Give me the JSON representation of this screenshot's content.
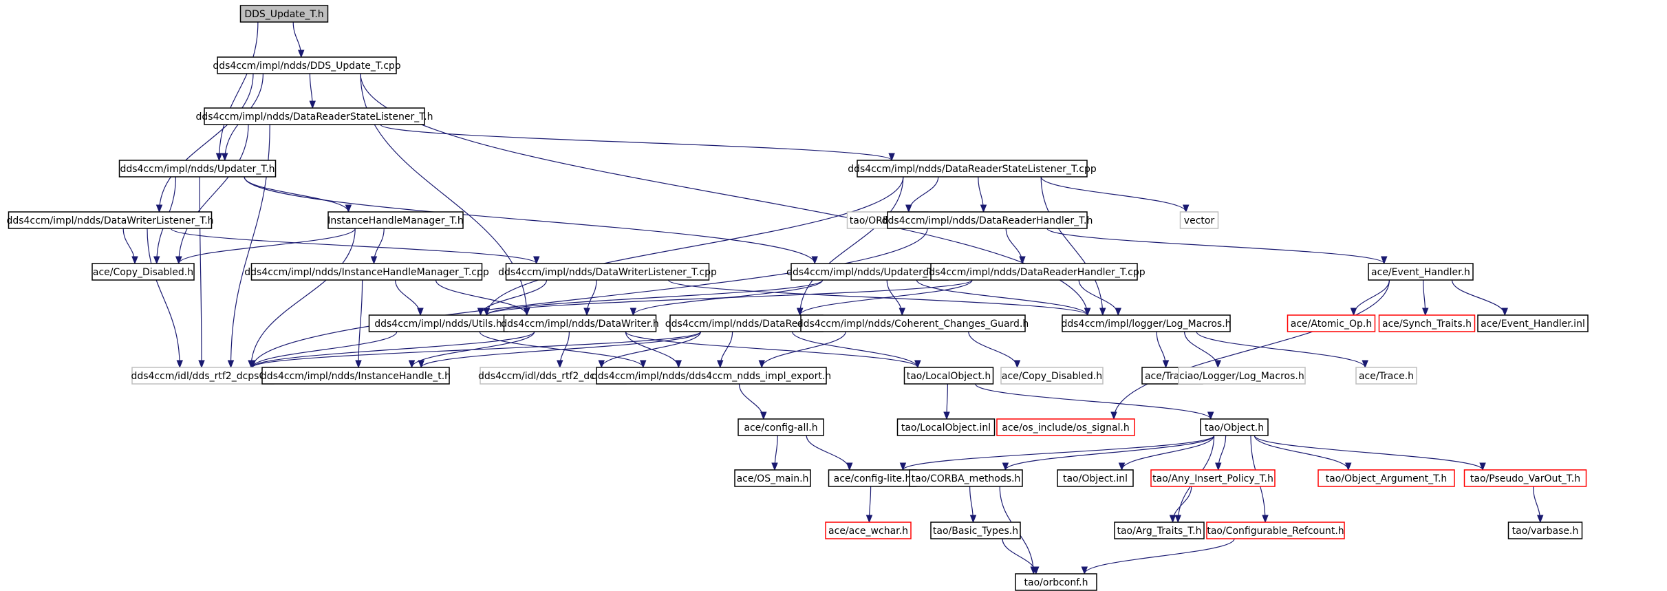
{
  "diagram": {
    "colors": {
      "edge": "#191970",
      "root_fill": "#bfbfbf",
      "node_border": "#000000",
      "missing_border": "#ff0000",
      "external_border": "#bfbfbf"
    },
    "nodes": [
      {
        "id": "dds_update_t_h",
        "label": "DDS_Update_T.h",
        "kind": "root"
      },
      {
        "id": "dds_update_t_cpp",
        "label": "dds4ccm/impl/ndds/DDS_Update_T.cpp",
        "kind": "normal"
      },
      {
        "id": "datareaderstatelistener_t_h",
        "label": "dds4ccm/impl/ndds/DataReaderStateListener_T.h",
        "kind": "normal"
      },
      {
        "id": "updater_t_h",
        "label": "dds4ccm/impl/ndds/Updater_T.h",
        "kind": "normal"
      },
      {
        "id": "datareaderstatelistener_t_cpp",
        "label": "dds4ccm/impl/ndds/DataReaderStateListener_T.cpp",
        "kind": "normal"
      },
      {
        "id": "datawriterlistener_t_h",
        "label": "dds4ccm/impl/ndds/DataWriterListener_T.h",
        "kind": "normal"
      },
      {
        "id": "instancehandlemanager_t_h",
        "label": "InstanceHandleManager_T.h",
        "kind": "normal"
      },
      {
        "id": "tao_orb_core_h",
        "label": "tao/ORB_Core.h",
        "kind": "external"
      },
      {
        "id": "datareaderhandler_t_h",
        "label": "dds4ccm/impl/ndds/DataReaderHandler_T.h",
        "kind": "normal"
      },
      {
        "id": "vector",
        "label": "vector",
        "kind": "external"
      },
      {
        "id": "ace_copy_disabled_h",
        "label": "ace/Copy_Disabled.h",
        "kind": "normal"
      },
      {
        "id": "instancehandlemanager_t_cpp",
        "label": "dds4ccm/impl/ndds/InstanceHandleManager_T.cpp",
        "kind": "normal"
      },
      {
        "id": "datawriterlistener_t_cpp",
        "label": "dds4ccm/impl/ndds/DataWriterListener_T.cpp",
        "kind": "normal"
      },
      {
        "id": "updater_t_cpp",
        "label": "dds4ccm/impl/ndds/Updater_T.cpp",
        "kind": "normal"
      },
      {
        "id": "datareaderhandler_t_cpp",
        "label": "dds4ccm/impl/ndds/DataReaderHandler_T.cpp",
        "kind": "normal"
      },
      {
        "id": "ace_event_handler_h",
        "label": "ace/Event_Handler.h",
        "kind": "normal"
      },
      {
        "id": "utils_h",
        "label": "dds4ccm/impl/ndds/Utils.h",
        "kind": "normal"
      },
      {
        "id": "datawriter_h",
        "label": "dds4ccm/impl/ndds/DataWriter.h",
        "kind": "normal"
      },
      {
        "id": "datareader_h",
        "label": "dds4ccm/impl/ndds/DataReader.h",
        "kind": "normal"
      },
      {
        "id": "coherent_changes_guard_h",
        "label": "dds4ccm/impl/ndds/Coherent_Changes_Guard.h",
        "kind": "normal"
      },
      {
        "id": "log_macros_h",
        "label": "dds4ccm/impl/logger/Log_Macros.h",
        "kind": "normal"
      },
      {
        "id": "ace_atomic_op_h",
        "label": "ace/Atomic_Op.h",
        "kind": "missing"
      },
      {
        "id": "ace_synch_traits_h",
        "label": "ace/Synch_Traits.h",
        "kind": "missing"
      },
      {
        "id": "ace_event_handler_inl",
        "label": "ace/Event_Handler.inl",
        "kind": "normal"
      },
      {
        "id": "dds_rtf2_dcpsc_h",
        "label": "dds4ccm/idl/dds_rtf2_dcpsC.h",
        "kind": "external"
      },
      {
        "id": "instancehandle_t_h",
        "label": "dds4ccm/impl/ndds/InstanceHandle_t.h",
        "kind": "normal"
      },
      {
        "id": "dds_rtf2_dcpsec_h",
        "label": "dds4ccm/idl/dds_rtf2_dcpsEC.h",
        "kind": "external"
      },
      {
        "id": "ndds_impl_export_h",
        "label": "dds4ccm/impl/ndds/dds4ccm_ndds_impl_export.h",
        "kind": "normal"
      },
      {
        "id": "tao_localobject_h",
        "label": "tao/LocalObject.h",
        "kind": "normal"
      },
      {
        "id": "ace_copy_disabled_h_ext",
        "label": "ace/Copy_Disabled.h",
        "kind": "external"
      },
      {
        "id": "ace_trace_h",
        "label": "ace/Trace.h",
        "kind": "normal"
      },
      {
        "id": "ciao_log_macros_h",
        "label": "ciao/Logger/Log_Macros.h",
        "kind": "external"
      },
      {
        "id": "ace_trace_h_ext",
        "label": "ace/Trace.h",
        "kind": "external"
      },
      {
        "id": "ace_config_all_h",
        "label": "ace/config-all.h",
        "kind": "normal"
      },
      {
        "id": "tao_localobject_inl",
        "label": "tao/LocalObject.inl",
        "kind": "normal"
      },
      {
        "id": "os_signal_h",
        "label": "ace/os_include/os_signal.h",
        "kind": "missing"
      },
      {
        "id": "tao_object_h",
        "label": "tao/Object.h",
        "kind": "normal"
      },
      {
        "id": "ace_os_main_h",
        "label": "ace/OS_main.h",
        "kind": "normal"
      },
      {
        "id": "ace_config_lite_h",
        "label": "ace/config-lite.h",
        "kind": "normal"
      },
      {
        "id": "tao_corba_methods_h",
        "label": "tao/CORBA_methods.h",
        "kind": "normal"
      },
      {
        "id": "tao_object_inl",
        "label": "tao/Object.inl",
        "kind": "normal"
      },
      {
        "id": "tao_any_insert_policy_t_h",
        "label": "tao/Any_Insert_Policy_T.h",
        "kind": "missing"
      },
      {
        "id": "tao_object_argument_t_h",
        "label": "tao/Object_Argument_T.h",
        "kind": "missing"
      },
      {
        "id": "tao_pseudo_varout_t_h",
        "label": "tao/Pseudo_VarOut_T.h",
        "kind": "missing"
      },
      {
        "id": "ace_ace_wchar_h",
        "label": "ace/ace_wchar.h",
        "kind": "missing"
      },
      {
        "id": "tao_basic_types_h",
        "label": "tao/Basic_Types.h",
        "kind": "normal"
      },
      {
        "id": "tao_arg_traits_t_h",
        "label": "tao/Arg_Traits_T.h",
        "kind": "normal"
      },
      {
        "id": "tao_configurable_refcount_h",
        "label": "tao/Configurable_Refcount.h",
        "kind": "missing"
      },
      {
        "id": "tao_varbase_h",
        "label": "tao/varbase.h",
        "kind": "normal"
      },
      {
        "id": "tao_orbconf_h",
        "label": "tao/orbconf.h",
        "kind": "normal"
      }
    ],
    "edges": [
      {
        "from": "dds_update_t_h",
        "to": "dds_update_t_cpp"
      },
      {
        "from": "dds_update_t_h",
        "to": "updater_t_h"
      },
      {
        "from": "dds_update_t_cpp",
        "to": "datareaderstatelistener_t_h"
      },
      {
        "from": "dds_update_t_cpp",
        "to": "updater_t_h"
      },
      {
        "from": "dds_update_t_cpp",
        "to": "datawriterlistener_t_h"
      },
      {
        "from": "dds_update_t_cpp",
        "to": "datawriter_h"
      },
      {
        "from": "dds_update_t_cpp",
        "to": "log_macros_h"
      },
      {
        "from": "datareaderstatelistener_t_h",
        "to": "datareaderstatelistener_t_cpp"
      },
      {
        "from": "datareaderstatelistener_t_h",
        "to": "ace_copy_disabled_h"
      },
      {
        "from": "datareaderstatelistener_t_h",
        "to": "dds_rtf2_dcpsc_h"
      },
      {
        "from": "updater_t_h",
        "to": "instancehandlemanager_t_h"
      },
      {
        "from": "updater_t_h",
        "to": "updater_t_cpp"
      },
      {
        "from": "updater_t_h",
        "to": "ace_copy_disabled_h"
      },
      {
        "from": "updater_t_h",
        "to": "dds_rtf2_dcpsc_h"
      },
      {
        "from": "datareaderstatelistener_t_cpp",
        "to": "tao_orb_core_h"
      },
      {
        "from": "datareaderstatelistener_t_cpp",
        "to": "datareaderhandler_t_h"
      },
      {
        "from": "datareaderstatelistener_t_cpp",
        "to": "vector"
      },
      {
        "from": "datareaderstatelistener_t_cpp",
        "to": "log_macros_h"
      },
      {
        "from": "datareaderstatelistener_t_cpp",
        "to": "utils_h"
      },
      {
        "from": "datareaderstatelistener_t_cpp",
        "to": "datareader_h"
      },
      {
        "from": "datawriterlistener_t_h",
        "to": "ace_copy_disabled_h"
      },
      {
        "from": "datawriterlistener_t_h",
        "to": "datawriterlistener_t_cpp"
      },
      {
        "from": "datawriterlistener_t_h",
        "to": "dds_rtf2_dcpsc_h"
      },
      {
        "from": "instancehandlemanager_t_h",
        "to": "instancehandlemanager_t_cpp"
      },
      {
        "from": "instancehandlemanager_t_h",
        "to": "ace_copy_disabled_h"
      },
      {
        "from": "instancehandlemanager_t_h",
        "to": "dds_rtf2_dcpsc_h"
      },
      {
        "from": "datareaderhandler_t_h",
        "to": "datareaderhandler_t_cpp"
      },
      {
        "from": "datareaderhandler_t_h",
        "to": "ace_event_handler_h"
      },
      {
        "from": "datareaderhandler_t_h",
        "to": "dds_rtf2_dcpsc_h"
      },
      {
        "from": "instancehandlemanager_t_cpp",
        "to": "utils_h"
      },
      {
        "from": "instancehandlemanager_t_cpp",
        "to": "datawriter_h"
      },
      {
        "from": "instancehandlemanager_t_cpp",
        "to": "instancehandle_t_h"
      },
      {
        "from": "datawriterlistener_t_cpp",
        "to": "utils_h"
      },
      {
        "from": "datawriterlistener_t_cpp",
        "to": "datawriter_h"
      },
      {
        "from": "datawriterlistener_t_cpp",
        "to": "log_macros_h"
      },
      {
        "from": "updater_t_cpp",
        "to": "utils_h"
      },
      {
        "from": "updater_t_cpp",
        "to": "datawriter_h"
      },
      {
        "from": "updater_t_cpp",
        "to": "coherent_changes_guard_h"
      },
      {
        "from": "updater_t_cpp",
        "to": "log_macros_h"
      },
      {
        "from": "datareaderhandler_t_cpp",
        "to": "datareader_h"
      },
      {
        "from": "datareaderhandler_t_cpp",
        "to": "log_macros_h"
      },
      {
        "from": "datareaderhandler_t_cpp",
        "to": "utils_h"
      },
      {
        "from": "ace_event_handler_h",
        "to": "ace_atomic_op_h"
      },
      {
        "from": "ace_event_handler_h",
        "to": "ace_synch_traits_h"
      },
      {
        "from": "ace_event_handler_h",
        "to": "ace_event_handler_inl"
      },
      {
        "from": "ace_event_handler_h",
        "to": "os_signal_h"
      },
      {
        "from": "utils_h",
        "to": "dds_rtf2_dcpsc_h"
      },
      {
        "from": "utils_h",
        "to": "ndds_impl_export_h"
      },
      {
        "from": "datawriter_h",
        "to": "dds_rtf2_dcpsc_h"
      },
      {
        "from": "datawriter_h",
        "to": "instancehandle_t_h"
      },
      {
        "from": "datawriter_h",
        "to": "dds_rtf2_dcpsec_h"
      },
      {
        "from": "datawriter_h",
        "to": "ndds_impl_export_h"
      },
      {
        "from": "datawriter_h",
        "to": "tao_localobject_h"
      },
      {
        "from": "datareader_h",
        "to": "dds_rtf2_dcpsc_h"
      },
      {
        "from": "datareader_h",
        "to": "instancehandle_t_h"
      },
      {
        "from": "datareader_h",
        "to": "dds_rtf2_dcpsec_h"
      },
      {
        "from": "datareader_h",
        "to": "ndds_impl_export_h"
      },
      {
        "from": "datareader_h",
        "to": "tao_localobject_h"
      },
      {
        "from": "coherent_changes_guard_h",
        "to": "ndds_impl_export_h"
      },
      {
        "from": "coherent_changes_guard_h",
        "to": "ace_copy_disabled_h_ext"
      },
      {
        "from": "log_macros_h",
        "to": "ace_trace_h"
      },
      {
        "from": "log_macros_h",
        "to": "ciao_log_macros_h"
      },
      {
        "from": "log_macros_h",
        "to": "ace_trace_h_ext"
      },
      {
        "from": "ndds_impl_export_h",
        "to": "ace_config_all_h"
      },
      {
        "from": "tao_localobject_h",
        "to": "tao_localobject_inl"
      },
      {
        "from": "tao_localobject_h",
        "to": "tao_object_h"
      },
      {
        "from": "ace_config_all_h",
        "to": "ace_os_main_h"
      },
      {
        "from": "ace_config_all_h",
        "to": "ace_config_lite_h"
      },
      {
        "from": "tao_object_h",
        "to": "ace_config_lite_h"
      },
      {
        "from": "tao_object_h",
        "to": "tao_corba_methods_h"
      },
      {
        "from": "tao_object_h",
        "to": "tao_object_inl"
      },
      {
        "from": "tao_object_h",
        "to": "tao_any_insert_policy_t_h"
      },
      {
        "from": "tao_object_h",
        "to": "tao_object_argument_t_h"
      },
      {
        "from": "tao_object_h",
        "to": "tao_pseudo_varout_t_h"
      },
      {
        "from": "tao_object_h",
        "to": "tao_arg_traits_t_h"
      },
      {
        "from": "tao_object_h",
        "to": "tao_configurable_refcount_h"
      },
      {
        "from": "ace_config_lite_h",
        "to": "ace_ace_wchar_h"
      },
      {
        "from": "tao_corba_methods_h",
        "to": "tao_basic_types_h"
      },
      {
        "from": "tao_corba_methods_h",
        "to": "tao_orbconf_h"
      },
      {
        "from": "tao_any_insert_policy_t_h",
        "to": "tao_arg_traits_t_h"
      },
      {
        "from": "tao_pseudo_varout_t_h",
        "to": "tao_varbase_h"
      },
      {
        "from": "tao_basic_types_h",
        "to": "tao_orbconf_h"
      },
      {
        "from": "tao_configurable_refcount_h",
        "to": "tao_orbconf_h"
      }
    ]
  }
}
